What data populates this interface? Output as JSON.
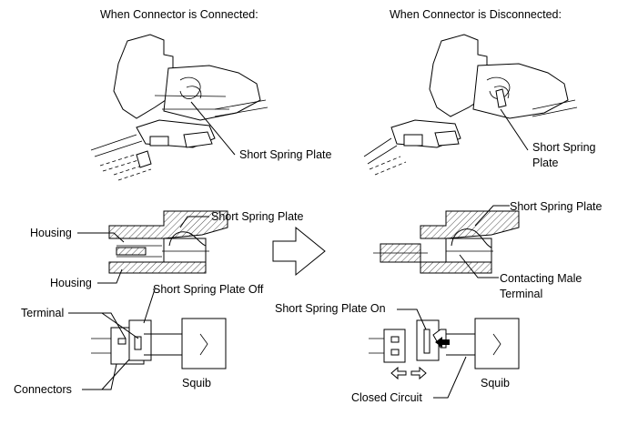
{
  "titles": {
    "connected": "When Connector is Connected:",
    "disconnected": "When Connector is Disconnected:"
  },
  "labels": {
    "short_spring_plate_top_left": "Short Spring Plate",
    "short_spring_plate_top_right_l1": "Short Spring",
    "short_spring_plate_top_right_l2": "Plate",
    "housing_upper": "Housing",
    "housing_lower": "Housing",
    "short_spring_plate_mid_left": "Short Spring Plate",
    "short_spring_plate_mid_right": "Short Spring Plate",
    "contacting_male_l1": "Contacting Male",
    "contacting_male_l2": "Terminal",
    "spring_plate_off": "Short Spring Plate Off",
    "spring_plate_on": "Short Spring Plate On",
    "terminal": "Terminal",
    "connectors": "Connectors",
    "squib_left": "Squib",
    "squib_right": "Squib",
    "closed_circuit": "Closed Circuit"
  },
  "icons": {
    "transition_arrow": "right-arrow-outline-icon",
    "separation_arrows": "left-right-arrows-icon",
    "contact_arrow": "solid-left-arrow-icon"
  }
}
